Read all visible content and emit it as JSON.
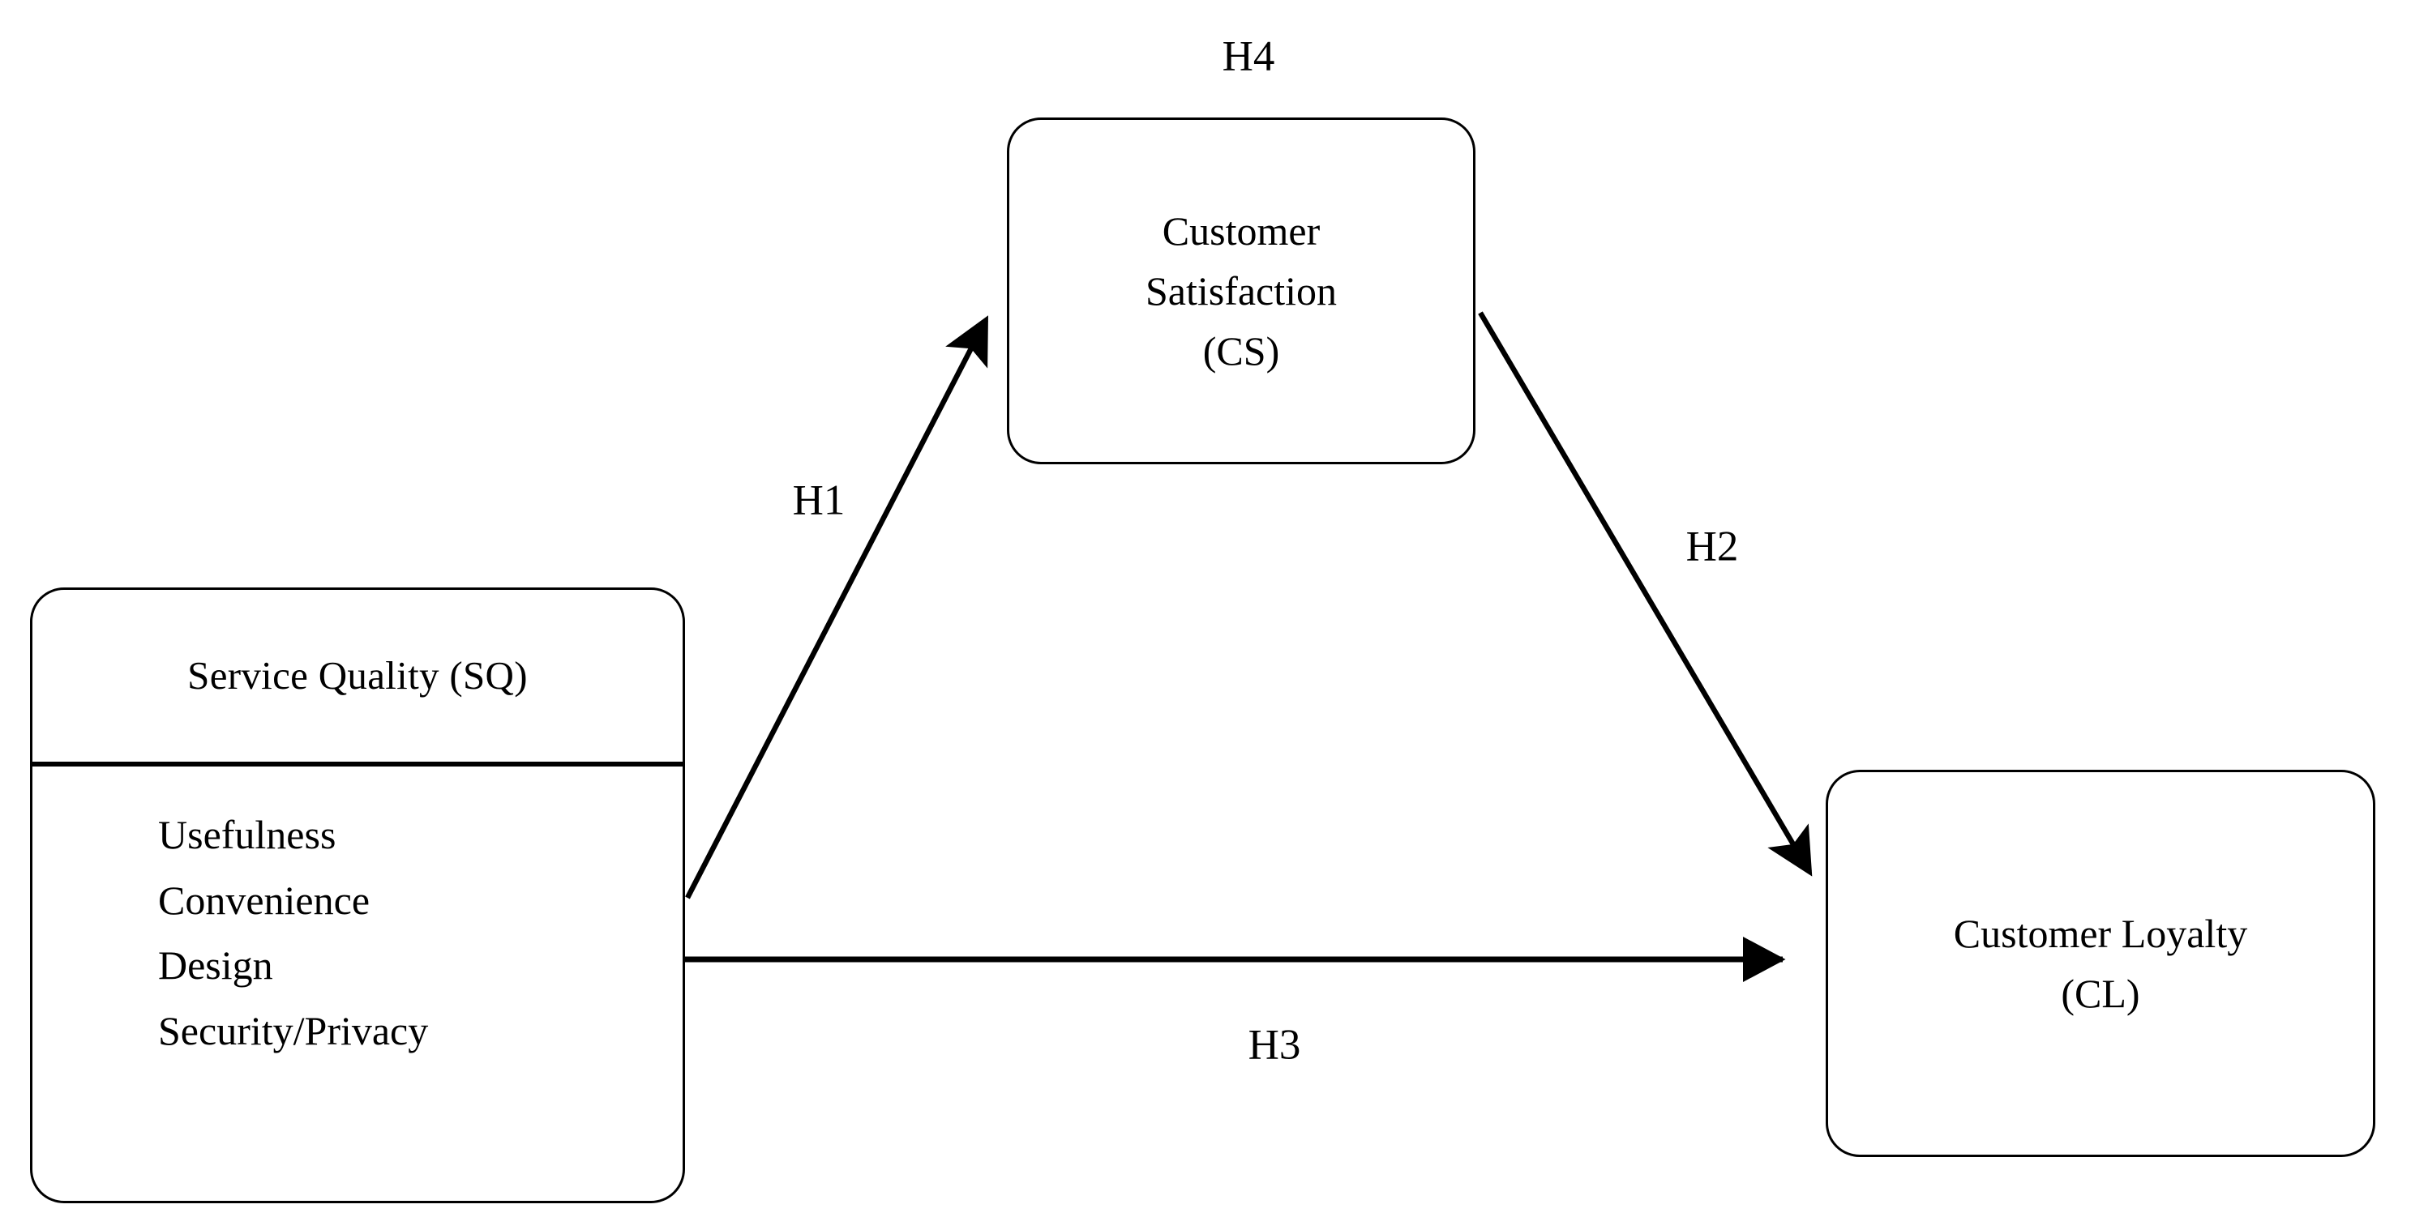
{
  "diagram": {
    "type": "conceptual-research-model",
    "background_color": "#ffffff",
    "stroke_color": "#000000",
    "nodes": [
      {
        "id": "service-quality",
        "title": "Service Quality (SQ)",
        "items": [
          "Usefulness",
          "Convenience",
          "Design",
          "Security/Privacy"
        ]
      },
      {
        "id": "customer-satisfaction",
        "lines": [
          "Customer",
          "Satisfaction",
          "(CS)"
        ]
      },
      {
        "id": "customer-loyalty",
        "lines": [
          "Customer Loyalty",
          "(CL)"
        ]
      }
    ],
    "edges": [
      {
        "id": "h1",
        "label": "H1",
        "from": "service-quality",
        "to": "customer-satisfaction"
      },
      {
        "id": "h2",
        "label": "H2",
        "from": "customer-satisfaction",
        "to": "customer-loyalty"
      },
      {
        "id": "h3",
        "label": "H3",
        "from": "service-quality",
        "to": "customer-loyalty"
      },
      {
        "id": "h4",
        "label": "H4",
        "from": "service-quality",
        "to": "customer-loyalty",
        "note": "mediation label placed above customer-satisfaction"
      }
    ]
  }
}
